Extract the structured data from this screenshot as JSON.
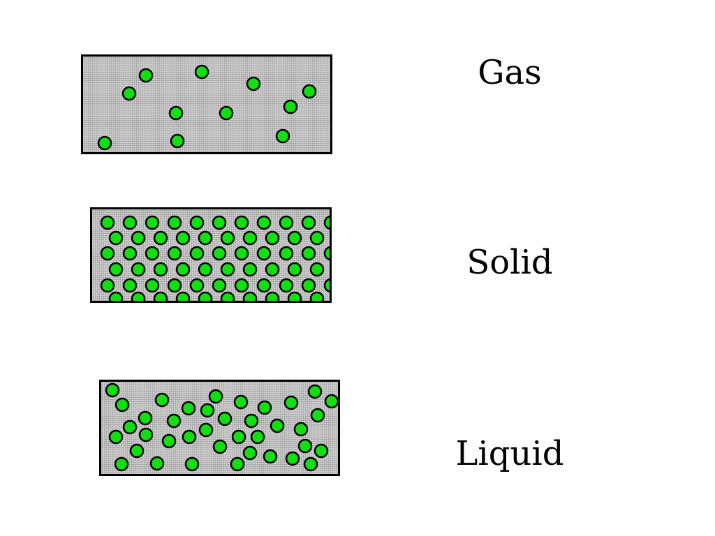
{
  "colors": {
    "particle_fill": "#10e010",
    "particle_stroke": "#000000",
    "box_fill": "#cfcfcf",
    "box_border": "#000000"
  },
  "states": [
    {
      "id": "gas",
      "label": "Gas"
    },
    {
      "id": "solid",
      "label": "Solid"
    },
    {
      "id": "liquid",
      "label": "Liquid"
    }
  ]
}
